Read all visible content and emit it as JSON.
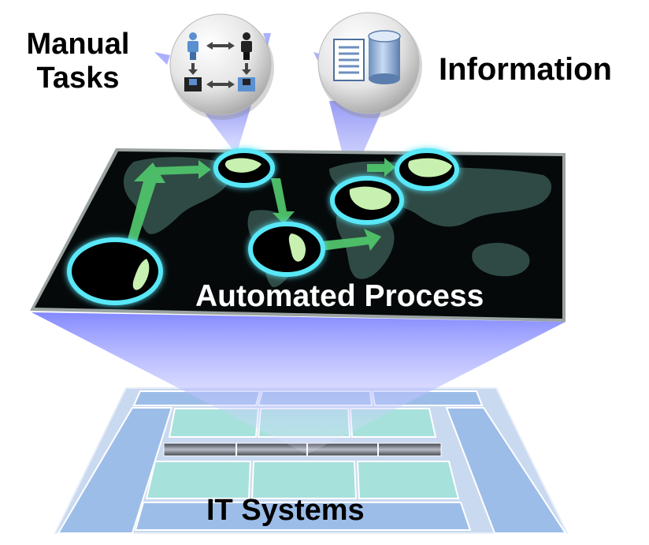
{
  "labels": {
    "manual_line1": "Manual",
    "manual_line2": "Tasks",
    "information": "Information",
    "automated_process": "Automated Process",
    "it_systems": "IT Systems"
  },
  "colors": {
    "map_background": "#05090a",
    "land": "#2f4a45",
    "land_highlight": "#c8f0b0",
    "arrow": "#4fc36a",
    "ring": "#58e8f8",
    "beam": "#8f96ff",
    "it_outer": "#9dbde9",
    "it_inner": "#a7e1dc",
    "it_bar": "#555b66"
  },
  "icons": {
    "manual_tasks": "people-workflow-icon",
    "information": "document-database-icon"
  }
}
